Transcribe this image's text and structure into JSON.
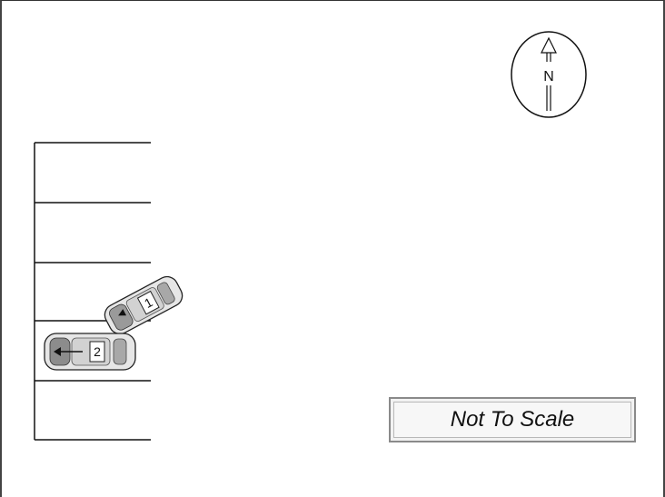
{
  "north_arrow": {
    "label": "N"
  },
  "vehicles": [
    {
      "label": "1"
    },
    {
      "label": "2"
    }
  ],
  "scale_note": {
    "text": "Not To Scale"
  },
  "colors": {
    "line": "#111111",
    "vehicle_body": "#e6e6e6",
    "vehicle_shade": "#8c8c8c"
  }
}
